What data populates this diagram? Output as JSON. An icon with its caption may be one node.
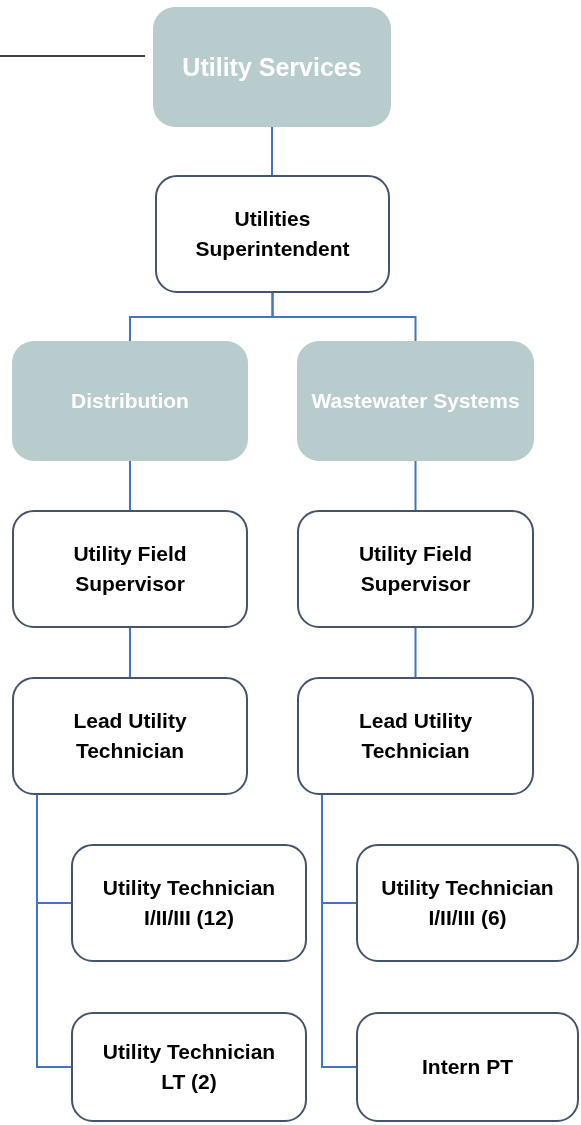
{
  "diagram": {
    "nodes": [
      {
        "text": [
          "Utility Services"
        ]
      },
      {
        "text": [
          "Utilities Superintendent"
        ]
      },
      {
        "text": [
          "Distribution"
        ]
      },
      {
        "text": [
          "Wastewater Systems"
        ]
      },
      {
        "text": [
          "Utility Field Supervisor"
        ]
      },
      {
        "text": [
          "Utility Field Supervisor"
        ]
      },
      {
        "text": [
          "Lead Utility Technician"
        ]
      },
      {
        "text": [
          "Lead Utility Technician"
        ]
      },
      {
        "text": [
          "Utility Technician I/II/III (12)"
        ]
      },
      {
        "text": [
          "Utility Technician LT (2)"
        ]
      },
      {
        "text": [
          "Utility Technician I/II/III (6)"
        ]
      },
      {
        "text": [
          "Intern PT"
        ]
      }
    ],
    "edges": [
      {
        "from": null,
        "to": 0,
        "arrow": "none",
        "color": "#000000"
      },
      {
        "from": 0,
        "to": 1,
        "arrow": "none"
      },
      {
        "from": 1,
        "to": 2,
        "arrow": "none"
      },
      {
        "from": 1,
        "to": 3,
        "arrow": "none"
      },
      {
        "from": 2,
        "to": 4,
        "arrow": "none"
      },
      {
        "from": 3,
        "to": 5,
        "arrow": "none"
      },
      {
        "from": 4,
        "to": 6,
        "arrow": "none"
      },
      {
        "from": 5,
        "to": 7,
        "arrow": "none"
      },
      {
        "from": 6,
        "to": 8,
        "arrow": "none"
      },
      {
        "from": 6,
        "to": 9,
        "arrow": "none"
      },
      {
        "from": 7,
        "to": 10,
        "arrow": "none"
      },
      {
        "from": 7,
        "to": 11,
        "arrow": "none"
      }
    ]
  }
}
